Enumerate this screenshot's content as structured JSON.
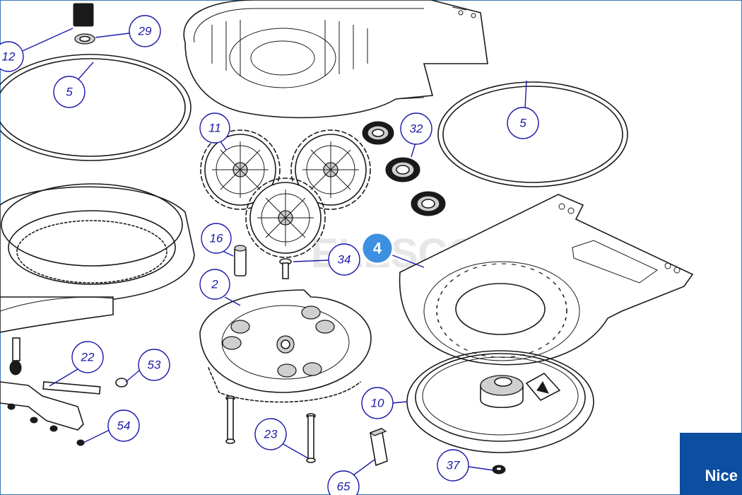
{
  "watermark": "ELESCOM",
  "brand": "Nice",
  "highlight_badge": "4",
  "colors": {
    "callout": "#1d1aa8",
    "brand_bg": "#0c4ea0",
    "badge": "#3d8fe0",
    "frame": "#3a78b4"
  },
  "callouts": [
    "12",
    "29",
    "5",
    "5",
    "11",
    "32",
    "16",
    "34",
    "2",
    "22",
    "53",
    "54",
    "23",
    "65",
    "10",
    "37"
  ]
}
